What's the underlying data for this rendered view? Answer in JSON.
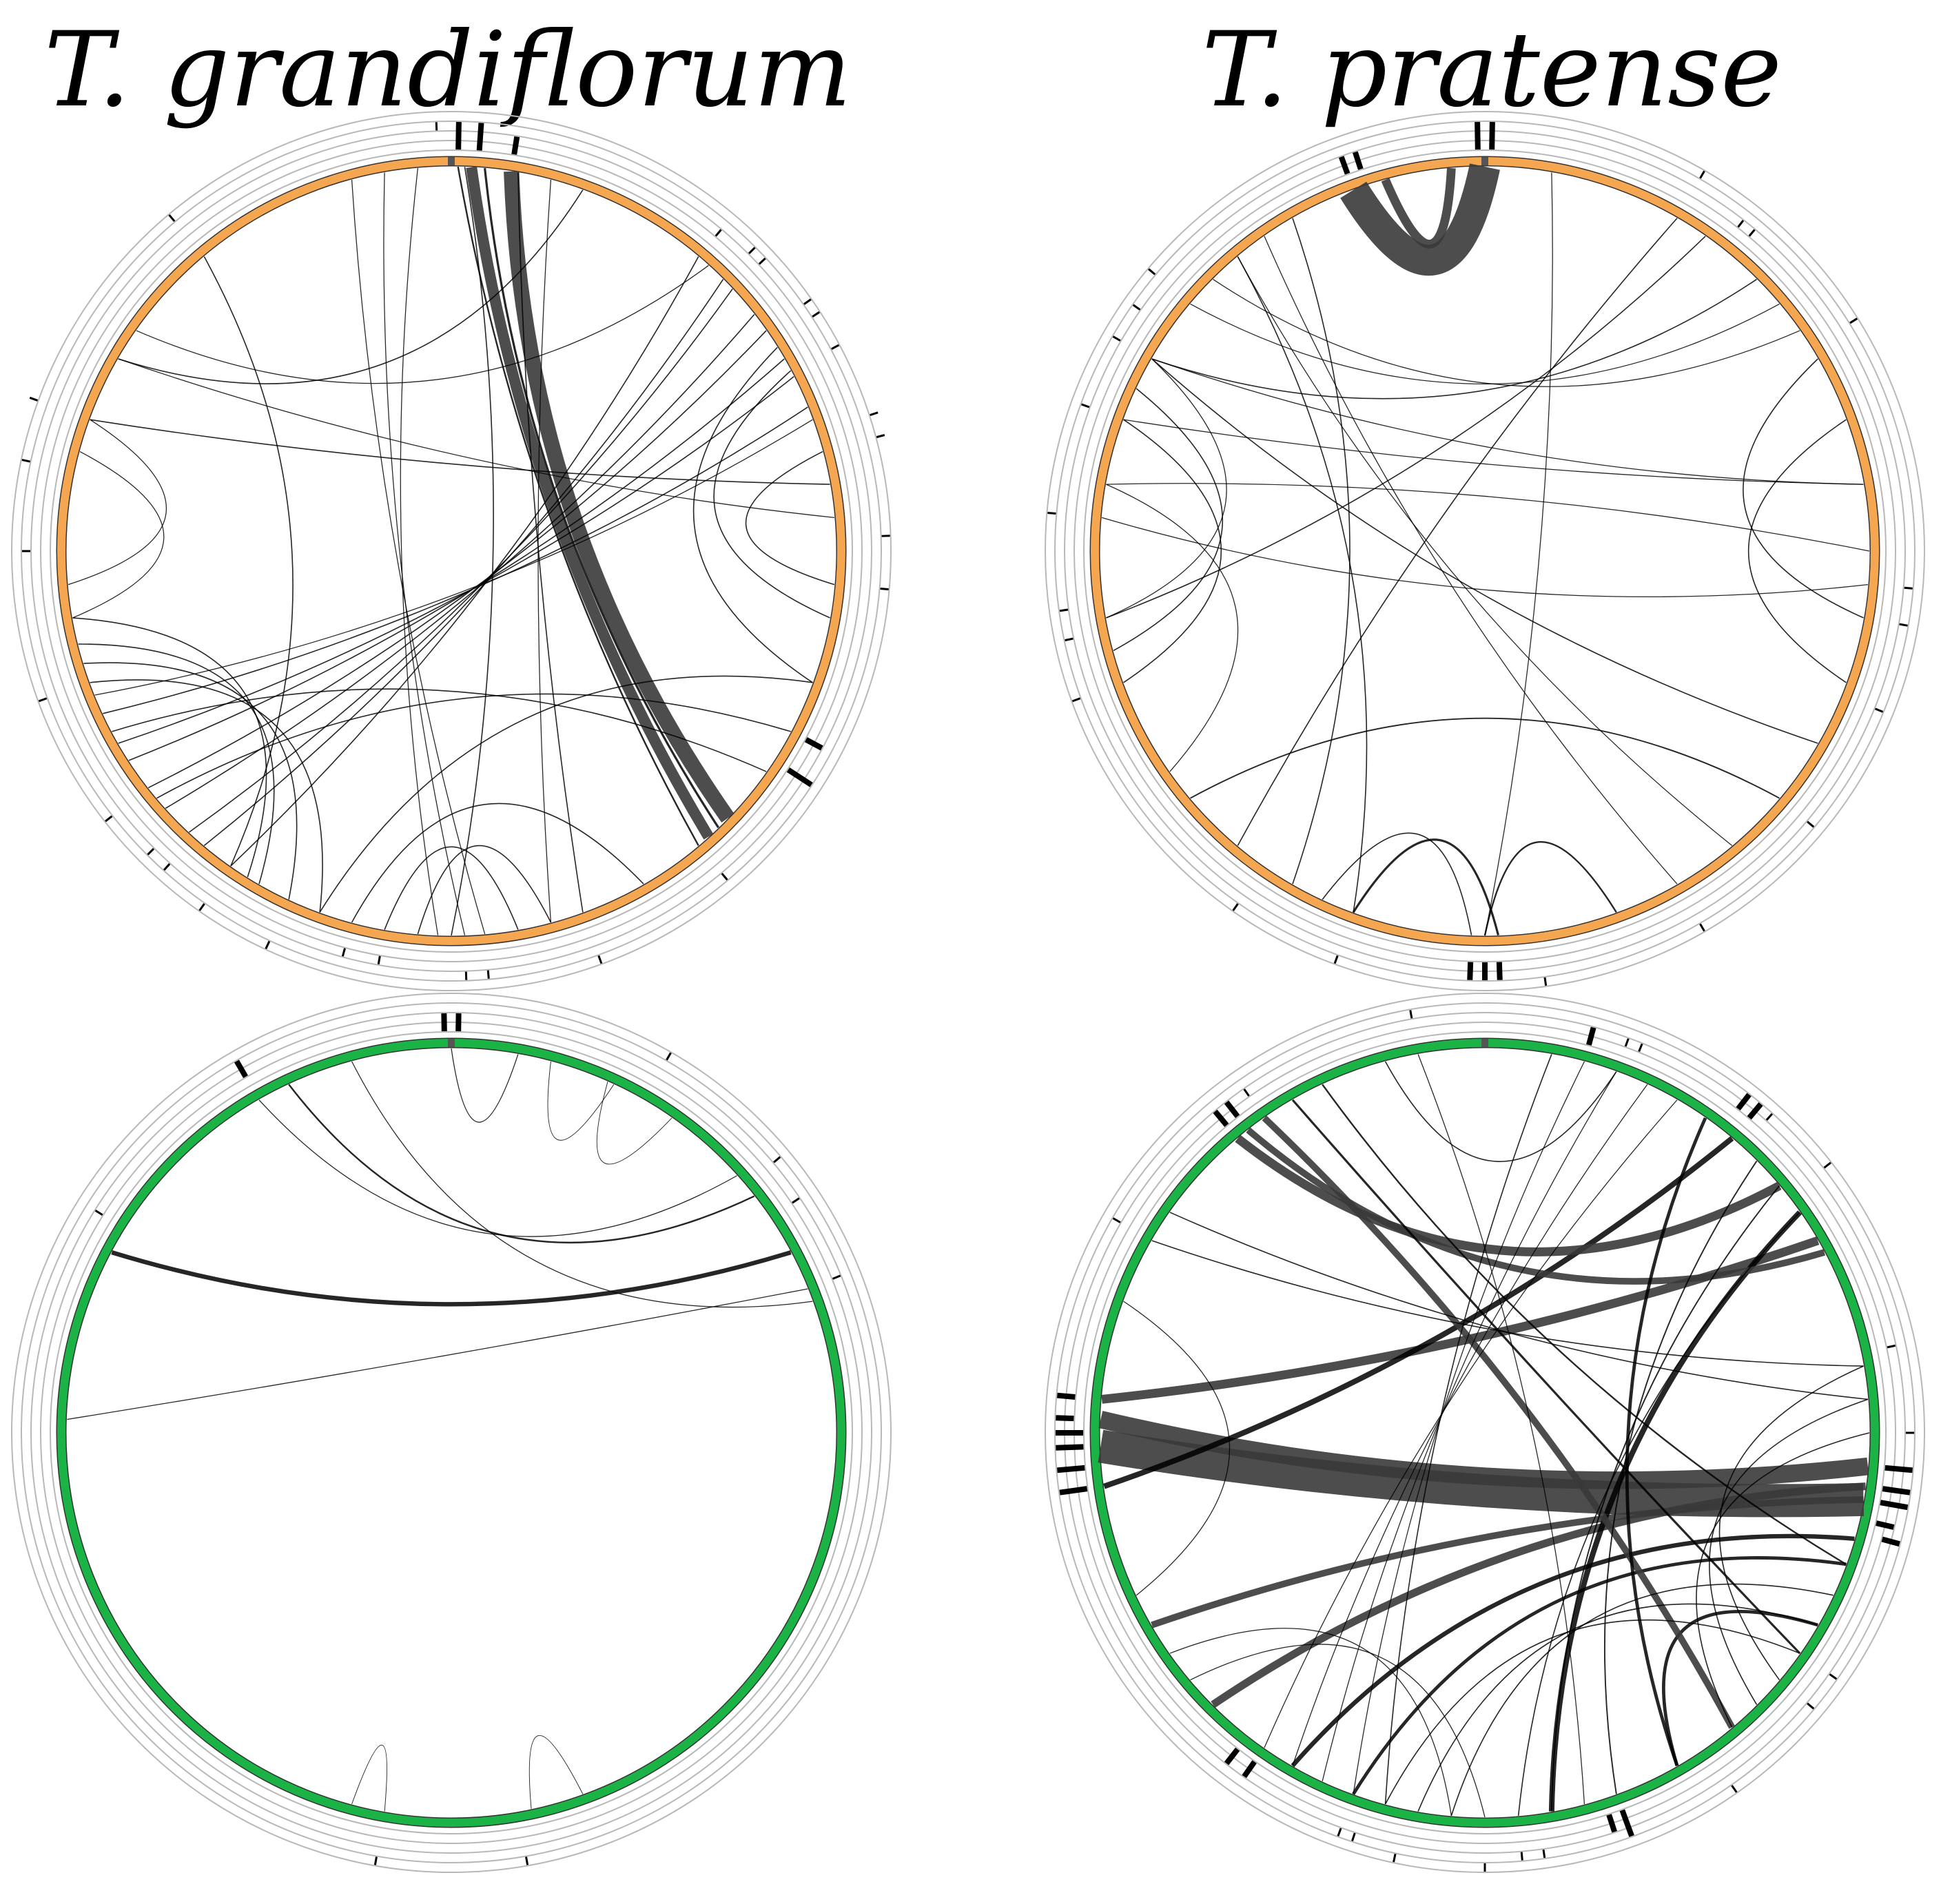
{
  "titles": {
    "left": "T. grandiflorum",
    "right": "T. pratense"
  },
  "colors": {
    "orange_ring": "#F5A651",
    "green_ring": "#1BB345",
    "link_dark": "#000000",
    "link_mid": "#3a3a3a",
    "link_light": "#6e6e6e",
    "track_line": "#b8b8b8"
  },
  "panels": [
    {
      "id": "grandiflorum-top",
      "ring": "orange",
      "links": [
        {
          "a": 3,
          "b": 138,
          "w": 10
        },
        {
          "a": 9,
          "b": 134,
          "w": 14
        },
        {
          "a": 5,
          "b": 136,
          "w": 2
        },
        {
          "a": 1,
          "b": 140,
          "w": 1.5
        },
        {
          "a": 2,
          "b": 180,
          "w": 1
        },
        {
          "a": 40,
          "b": 215,
          "w": 1
        },
        {
          "a": 45,
          "b": 220,
          "w": 1
        },
        {
          "a": 47,
          "b": 223,
          "w": 1
        },
        {
          "a": 52,
          "b": 228,
          "w": 1
        },
        {
          "a": 55,
          "b": 232,
          "w": 1
        },
        {
          "a": 60,
          "b": 237,
          "w": 1
        },
        {
          "a": 63,
          "b": 240,
          "w": 1
        },
        {
          "a": 68,
          "b": 245,
          "w": 1
        },
        {
          "a": 70,
          "b": 248,
          "w": 0.8
        },
        {
          "a": 42,
          "b": 305,
          "w": 0.8
        },
        {
          "a": 58,
          "b": 110,
          "w": 1
        },
        {
          "a": 62,
          "b": 100,
          "w": 1
        },
        {
          "a": 75,
          "b": 95,
          "w": 1
        },
        {
          "a": 80,
          "b": 290,
          "w": 1
        },
        {
          "a": 85,
          "b": 300,
          "w": 0.8
        },
        {
          "a": 110,
          "b": 200,
          "w": 1
        },
        {
          "a": 118,
          "b": 230,
          "w": 1
        },
        {
          "a": 125,
          "b": 242,
          "w": 1
        },
        {
          "a": 150,
          "b": 195,
          "w": 1
        },
        {
          "a": 165,
          "b": 185,
          "w": 1
        },
        {
          "a": 170,
          "b": 190,
          "w": 1
        },
        {
          "a": 200,
          "b": 250,
          "w": 1
        },
        {
          "a": 205,
          "b": 253,
          "w": 1
        },
        {
          "a": 210,
          "b": 256,
          "w": 1
        },
        {
          "a": 212,
          "b": 260,
          "w": 1
        },
        {
          "a": 215,
          "b": 320,
          "w": 1
        },
        {
          "a": 260,
          "b": 285,
          "w": 0.8
        },
        {
          "a": 265,
          "b": 290,
          "w": 0.8
        },
        {
          "a": 300,
          "b": 20,
          "w": 1
        },
        {
          "a": 345,
          "b": 175,
          "w": 0.8
        },
        {
          "a": 350,
          "b": 178,
          "w": 0.8
        },
        {
          "a": 355,
          "b": 182,
          "w": 0.8
        },
        {
          "a": 10,
          "b": 160,
          "w": 1
        },
        {
          "a": 15,
          "b": 165,
          "w": 0.8
        }
      ],
      "ticks": [
        {
          "angle": -2,
          "track": 2,
          "len": 1
        },
        {
          "angle": 1,
          "track": 0,
          "len": 3
        },
        {
          "angle": 4,
          "track": 0,
          "len": 3
        },
        {
          "angle": 9,
          "track": 0,
          "len": 2
        },
        {
          "angle": 40,
          "track": 1,
          "len": 1
        },
        {
          "angle": 45,
          "track": 2,
          "len": 1
        },
        {
          "angle": 47,
          "track": 2,
          "len": 1
        },
        {
          "angle": 55,
          "track": 3,
          "len": 1
        },
        {
          "angle": 57,
          "track": 3,
          "len": 1
        },
        {
          "angle": 62,
          "track": 3,
          "len": 1
        },
        {
          "angle": 72,
          "track": 4,
          "len": 1
        },
        {
          "angle": 75,
          "track": 4,
          "len": 1
        },
        {
          "angle": 88,
          "track": 3,
          "len": 1
        },
        {
          "angle": 95,
          "track": 3,
          "len": 1
        },
        {
          "angle": 118,
          "track": 0,
          "len": 2
        },
        {
          "angle": 123,
          "track": 0,
          "len": 3
        },
        {
          "angle": 140,
          "track": 2,
          "len": 1
        },
        {
          "angle": 160,
          "track": 3,
          "len": 1
        },
        {
          "angle": 175,
          "track": 2,
          "len": 1
        },
        {
          "angle": 178,
          "track": 2,
          "len": 1
        },
        {
          "angle": 190,
          "track": 1,
          "len": 1
        },
        {
          "angle": 195,
          "track": 1,
          "len": 1
        },
        {
          "angle": 205,
          "track": 3,
          "len": 1
        },
        {
          "angle": 215,
          "track": 3,
          "len": 1
        },
        {
          "angle": 222,
          "track": 2,
          "len": 1
        },
        {
          "angle": 225,
          "track": 2,
          "len": 1
        },
        {
          "angle": 232,
          "track": 3,
          "len": 1
        },
        {
          "angle": 250,
          "track": 3,
          "len": 1
        },
        {
          "angle": 270,
          "track": 2,
          "len": 1
        },
        {
          "angle": 282,
          "track": 3,
          "len": 1
        },
        {
          "angle": 290,
          "track": 4,
          "len": 1
        },
        {
          "angle": 320,
          "track": 3,
          "len": 1
        }
      ]
    },
    {
      "id": "pratense-top",
      "ring": "orange",
      "links": [
        {
          "a": 0,
          "b": 340,
          "w": 28
        },
        {
          "a": 355,
          "b": 345,
          "w": 8
        },
        {
          "a": 30,
          "b": 220,
          "w": 1
        },
        {
          "a": 35,
          "b": 260,
          "w": 1
        },
        {
          "a": 45,
          "b": 300,
          "w": 1
        },
        {
          "a": 60,
          "b": 100,
          "w": 1
        },
        {
          "a": 70,
          "b": 110,
          "w": 1
        },
        {
          "a": 80,
          "b": 290,
          "w": 0.8
        },
        {
          "a": 90,
          "b": 280,
          "w": 0.8
        },
        {
          "a": 95,
          "b": 275,
          "w": 0.8
        },
        {
          "a": 120,
          "b": 300,
          "w": 1
        },
        {
          "a": 130,
          "b": 230,
          "w": 1.2
        },
        {
          "a": 178,
          "b": 200,
          "w": 2
        },
        {
          "a": 180,
          "b": 160,
          "w": 1.5
        },
        {
          "a": 182,
          "b": 205,
          "w": 1
        },
        {
          "a": 180,
          "b": 10,
          "w": 0.8
        },
        {
          "a": 200,
          "b": 320,
          "w": 1
        },
        {
          "a": 210,
          "b": 330,
          "w": 1
        },
        {
          "a": 250,
          "b": 290,
          "w": 1
        },
        {
          "a": 255,
          "b": 295,
          "w": 1
        },
        {
          "a": 260,
          "b": 300,
          "w": 0.8
        },
        {
          "a": 310,
          "b": 50,
          "w": 0.8
        },
        {
          "a": 315,
          "b": 55,
          "w": 0.8
        },
        {
          "a": 320,
          "b": 140,
          "w": 0.8
        },
        {
          "a": 325,
          "b": 150,
          "w": 0.8
        },
        {
          "a": 300,
          "b": 80,
          "w": 0.8
        },
        {
          "a": 235,
          "b": 280,
          "w": 0.8
        }
      ],
      "ticks": [
        {
          "angle": -1,
          "track": 0,
          "len": 3
        },
        {
          "angle": 1,
          "track": 0,
          "len": 3
        },
        {
          "angle": 340,
          "track": 0,
          "len": 2
        },
        {
          "angle": 342,
          "track": 0,
          "len": 2
        },
        {
          "angle": 30,
          "track": 3,
          "len": 1
        },
        {
          "angle": 38,
          "track": 1,
          "len": 1
        },
        {
          "angle": 40,
          "track": 1,
          "len": 1
        },
        {
          "angle": 58,
          "track": 3,
          "len": 1
        },
        {
          "angle": 95,
          "track": 2,
          "len": 1
        },
        {
          "angle": 100,
          "track": 2,
          "len": 1
        },
        {
          "angle": 112,
          "track": 2,
          "len": 1
        },
        {
          "angle": 130,
          "track": 2,
          "len": 1
        },
        {
          "angle": 150,
          "track": 3,
          "len": 1
        },
        {
          "angle": 172,
          "track": 3,
          "len": 1
        },
        {
          "angle": 178,
          "track": 1,
          "len": 2
        },
        {
          "angle": 180,
          "track": 1,
          "len": 2
        },
        {
          "angle": 182,
          "track": 1,
          "len": 2
        },
        {
          "angle": 200,
          "track": 3,
          "len": 1
        },
        {
          "angle": 215,
          "track": 3,
          "len": 1
        },
        {
          "angle": 250,
          "track": 3,
          "len": 1
        },
        {
          "angle": 258,
          "track": 2,
          "len": 1
        },
        {
          "angle": 262,
          "track": 2,
          "len": 1
        },
        {
          "angle": 275,
          "track": 3,
          "len": 1
        },
        {
          "angle": 290,
          "track": 2,
          "len": 1
        },
        {
          "angle": 300,
          "track": 2,
          "len": 1
        },
        {
          "angle": 305,
          "track": 2,
          "len": 1
        },
        {
          "angle": 310,
          "track": 3,
          "len": 1
        }
      ]
    },
    {
      "id": "grandiflorum-bottom",
      "ring": "green",
      "links": [
        {
          "a": 298,
          "b": 62,
          "w": 4
        },
        {
          "a": 272,
          "b": 68,
          "w": 0.8
        },
        {
          "a": 335,
          "b": 52,
          "w": 1.5
        },
        {
          "a": 330,
          "b": 48,
          "w": 0.8
        },
        {
          "a": 345,
          "b": 70,
          "w": 0.8
        },
        {
          "a": 0,
          "b": 10,
          "w": 0.8
        },
        {
          "a": 15,
          "b": 25,
          "w": 0.6
        },
        {
          "a": 24,
          "b": 35,
          "w": 0.6
        },
        {
          "a": 190,
          "b": 195,
          "w": 0.6
        },
        {
          "a": 160,
          "b": 168,
          "w": 0.6
        }
      ],
      "ticks": [
        {
          "angle": -1,
          "track": 0,
          "len": 2
        },
        {
          "angle": 1,
          "track": 0,
          "len": 2
        },
        {
          "angle": 30,
          "track": 3,
          "len": 1
        },
        {
          "angle": 50,
          "track": 2,
          "len": 1
        },
        {
          "angle": 56,
          "track": 1,
          "len": 1
        },
        {
          "angle": 68,
          "track": 1,
          "len": 1
        },
        {
          "angle": 330,
          "track": 1,
          "len": 2
        },
        {
          "angle": 302,
          "track": 1,
          "len": 1
        },
        {
          "angle": 170,
          "track": 3,
          "len": 1
        },
        {
          "angle": 190,
          "track": 3,
          "len": 1
        }
      ]
    },
    {
      "id": "pratense-bottom",
      "ring": "green",
      "links": [
        {
          "a": 268,
          "b": 100,
          "w": 30
        },
        {
          "a": 272,
          "b": 95,
          "w": 16
        },
        {
          "a": 275,
          "b": 60,
          "w": 8
        },
        {
          "a": 262,
          "b": 40,
          "w": 5
        },
        {
          "a": 240,
          "b": 100,
          "w": 6
        },
        {
          "a": 225,
          "b": 98,
          "w": 7
        },
        {
          "a": 210,
          "b": 106,
          "w": 4
        },
        {
          "a": 200,
          "b": 110,
          "w": 3
        },
        {
          "a": 170,
          "b": 55,
          "w": 5
        },
        {
          "a": 150,
          "b": 120,
          "w": 3
        },
        {
          "a": 320,
          "b": 50,
          "w": 8
        },
        {
          "a": 322,
          "b": 62,
          "w": 6
        },
        {
          "a": 325,
          "b": 140,
          "w": 6
        },
        {
          "a": 330,
          "b": 125,
          "w": 2
        },
        {
          "a": 335,
          "b": 110,
          "w": 1.5
        },
        {
          "a": 10,
          "b": 195,
          "w": 1
        },
        {
          "a": 15,
          "b": 200,
          "w": 0.8
        },
        {
          "a": 20,
          "b": 205,
          "w": 0.8
        },
        {
          "a": 25,
          "b": 210,
          "w": 0.8
        },
        {
          "a": 30,
          "b": 215,
          "w": 0.8
        },
        {
          "a": 35,
          "b": 150,
          "w": 3
        },
        {
          "a": 45,
          "b": 160,
          "w": 1.2
        },
        {
          "a": 50,
          "b": 170,
          "w": 1.2
        },
        {
          "a": 55,
          "b": 175,
          "w": 1
        },
        {
          "a": 80,
          "b": 130,
          "w": 1
        },
        {
          "a": 85,
          "b": 135,
          "w": 1
        },
        {
          "a": 90,
          "b": 140,
          "w": 1
        },
        {
          "a": 115,
          "b": 185,
          "w": 1
        },
        {
          "a": 120,
          "b": 190,
          "w": 1
        },
        {
          "a": 125,
          "b": 195,
          "w": 1
        },
        {
          "a": 180,
          "b": 230,
          "w": 0.8
        },
        {
          "a": 185,
          "b": 235,
          "w": 0.8
        },
        {
          "a": 245,
          "b": 290,
          "w": 0.8
        },
        {
          "a": 300,
          "b": 80,
          "w": 1
        },
        {
          "a": 305,
          "b": 85,
          "w": 1
        },
        {
          "a": 345,
          "b": 20,
          "w": 1
        },
        {
          "a": 350,
          "b": 165,
          "w": 0.8
        }
      ],
      "ticks": [
        {
          "angle": -10,
          "track": 2,
          "len": 1
        },
        {
          "angle": 15,
          "track": 0,
          "len": 2
        },
        {
          "angle": 20,
          "track": 1,
          "len": 1
        },
        {
          "angle": 22,
          "track": 1,
          "len": 1
        },
        {
          "angle": 38,
          "track": 1,
          "len": 2
        },
        {
          "angle": 40,
          "track": 1,
          "len": 2
        },
        {
          "angle": 42,
          "track": 2,
          "len": 1
        },
        {
          "angle": 52,
          "track": 3,
          "len": 1
        },
        {
          "angle": 78,
          "track": 1,
          "len": 1
        },
        {
          "angle": 90,
          "track": 2,
          "len": 1
        },
        {
          "angle": 95,
          "track": 0,
          "len": 3
        },
        {
          "angle": 98,
          "track": 0,
          "len": 3
        },
        {
          "angle": 100,
          "track": 0,
          "len": 3
        },
        {
          "angle": 103,
          "track": 0,
          "len": 2
        },
        {
          "angle": 105,
          "track": 1,
          "len": 2
        },
        {
          "angle": 125,
          "track": 2,
          "len": 1
        },
        {
          "angle": 130,
          "track": 2,
          "len": 1
        },
        {
          "angle": 145,
          "track": 3,
          "len": 1
        },
        {
          "angle": 160,
          "track": 0,
          "len": 3
        },
        {
          "angle": 162,
          "track": 0,
          "len": 2
        },
        {
          "angle": 172,
          "track": 2,
          "len": 1
        },
        {
          "angle": 175,
          "track": 2,
          "len": 1
        },
        {
          "angle": 180,
          "track": 3,
          "len": 1
        },
        {
          "angle": 192,
          "track": 3,
          "len": 1
        },
        {
          "angle": 198,
          "track": 2,
          "len": 1
        },
        {
          "angle": 200,
          "track": 2,
          "len": 1
        },
        {
          "angle": 215,
          "track": 0,
          "len": 2
        },
        {
          "angle": 218,
          "track": 0,
          "len": 2
        },
        {
          "angle": 262,
          "track": 0,
          "len": 3
        },
        {
          "angle": 265,
          "track": 0,
          "len": 3
        },
        {
          "angle": 268,
          "track": 0,
          "len": 3
        },
        {
          "angle": 270,
          "track": 0,
          "len": 3
        },
        {
          "angle": 272,
          "track": 1,
          "len": 2
        },
        {
          "angle": 275,
          "track": 1,
          "len": 2
        },
        {
          "angle": 300,
          "track": 2,
          "len": 1
        },
        {
          "angle": 320,
          "track": 0,
          "len": 2
        },
        {
          "angle": 322,
          "track": 0,
          "len": 2
        },
        {
          "angle": 325,
          "track": 1,
          "len": 1
        }
      ]
    }
  ]
}
